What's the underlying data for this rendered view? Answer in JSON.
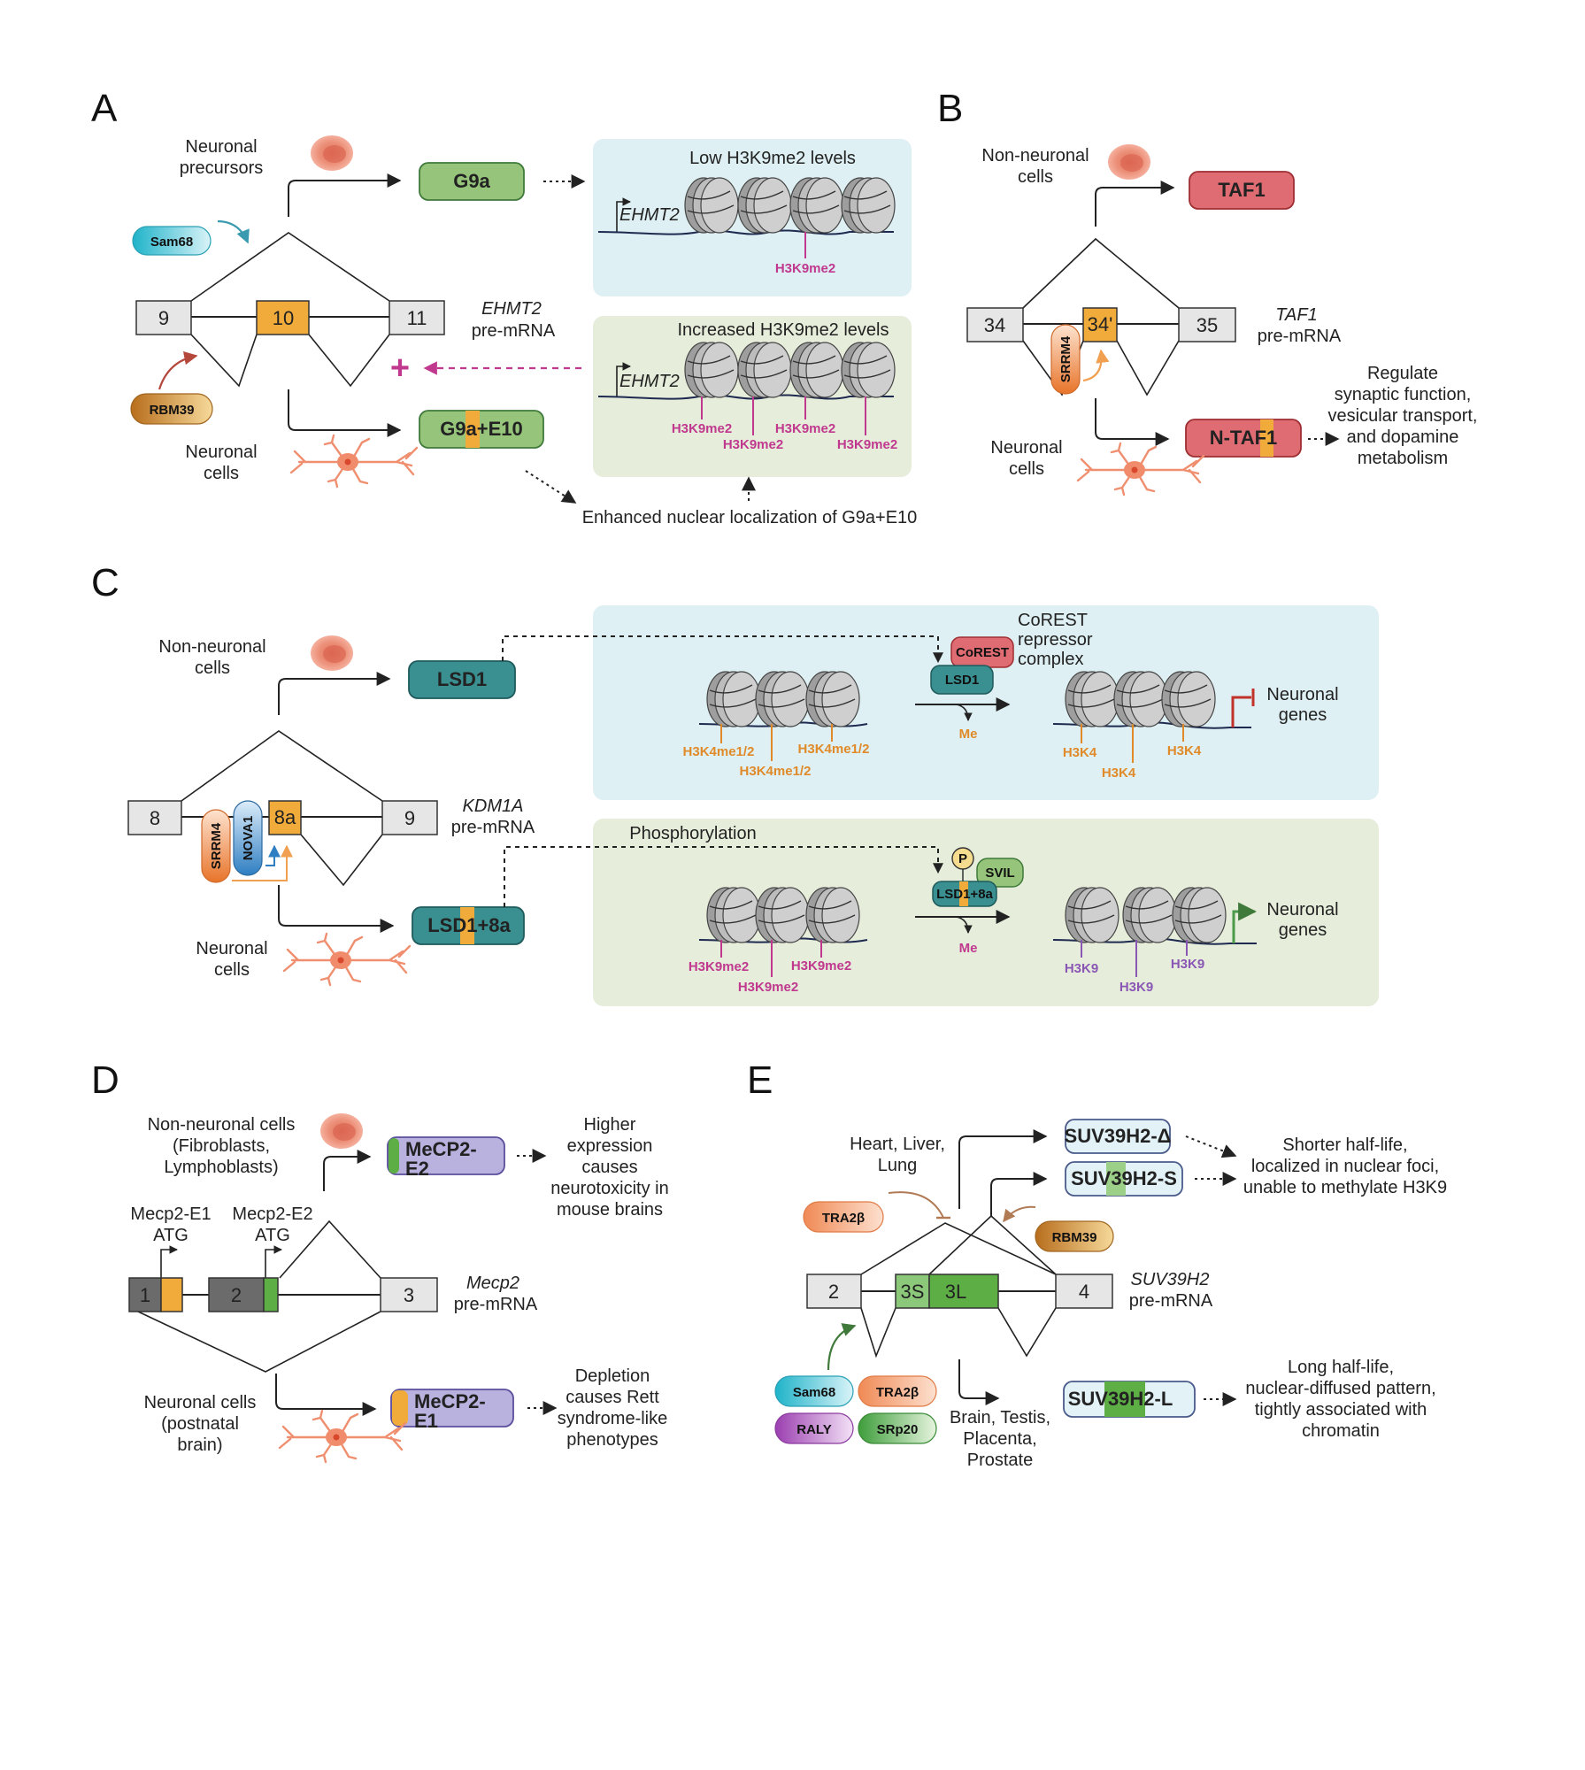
{
  "panels": {
    "A": "A",
    "B": "B",
    "C": "C",
    "D": "D",
    "E": "E"
  },
  "A": {
    "precursors": [
      "Neuronal",
      "precursors"
    ],
    "neuronal": [
      "Neuronal",
      "cells"
    ],
    "sam68": "Sam68",
    "rbm39": "RBM39",
    "exons": [
      "9",
      "10",
      "11"
    ],
    "gene": "EHMT2",
    "premrna": "pre-mRNA",
    "g9a": "G9a",
    "g9a_e10": "G9a+E10",
    "low_title": "Low H3K9me2 levels",
    "inc_title": "Increased H3K9me2 levels",
    "promoter": "EHMT2",
    "mark": "H3K9me2",
    "plus": "+",
    "nuclear": "Enhanced nuclear localization of G9a+E10"
  },
  "B": {
    "nonneuronal": [
      "Non-neuronal",
      "cells"
    ],
    "neuronal": [
      "Neuronal",
      "cells"
    ],
    "exons": [
      "34",
      "34'",
      "35"
    ],
    "gene": "TAF1",
    "premrna": "pre-mRNA",
    "srrm4": "SRRM4",
    "taf1": "TAF1",
    "ntaf1": "N-TAF1",
    "func": [
      "Regulate",
      "synaptic function,",
      "vesicular transport,",
      "and dopamine",
      "metabolism"
    ]
  },
  "C": {
    "nonneuronal": [
      "Non-neuronal",
      "cells"
    ],
    "neuronal": [
      "Neuronal",
      "cells"
    ],
    "exons": [
      "8",
      "8a",
      "9"
    ],
    "gene": "KDM1A",
    "premrna": "pre-mRNA",
    "srrm4": "SRRM4",
    "nova1": "NOVA1",
    "lsd1": "LSD1",
    "lsd1_8a": "LSD1+8a",
    "corest": "CoREST",
    "corest_lbl": [
      "CoREST",
      "repressor",
      "complex"
    ],
    "h3k4me": "H3K4me1/2",
    "h3k4": "H3K4",
    "h3k9me2": "H3K9me2",
    "h3k9": "H3K9",
    "me": "Me",
    "neuronal_genes": [
      "Neuronal",
      "genes"
    ],
    "phosphorylation": "Phosphorylation",
    "p": "P",
    "svil": "SVIL"
  },
  "D": {
    "nonneuronal": [
      "Non-neuronal cells",
      "(Fibroblasts,",
      "Lymphoblasts)"
    ],
    "neuronal": [
      "Neuronal cells",
      "(postnatal",
      "brain)"
    ],
    "e1_atg": [
      "Mecp2-E1",
      "ATG"
    ],
    "e2_atg": [
      "Mecp2-E2",
      "ATG"
    ],
    "exons": [
      "1",
      "2",
      "3"
    ],
    "gene": "Mecp2",
    "premrna": "pre-mRNA",
    "e2": [
      "MeCP2-",
      "E2"
    ],
    "e1": [
      "MeCP2-",
      "E1"
    ],
    "higher": [
      "Higher",
      "expression",
      "causes",
      "neurotoxicity in",
      "mouse brains"
    ],
    "depletion": [
      "Depletion",
      "causes Rett",
      "syndrome-like",
      "phenotypes"
    ]
  },
  "E": {
    "hll": [
      "Heart, Liver,",
      "Lung"
    ],
    "tra2b": "TRA2β",
    "rbm39": "RBM39",
    "sam68": "Sam68",
    "raly": "RALY",
    "srp20": "SRp20",
    "exons": [
      "2",
      "3S",
      "3L",
      "4"
    ],
    "gene": "SUV39H2",
    "premrna": "pre-mRNA",
    "delta": "SUV39H2-Δ",
    "s": "SUV39H2-S",
    "l": "SUV39H2-L",
    "brain": [
      "Brain, Testis,",
      "Placenta,",
      "Prostate"
    ],
    "shorter": [
      "Shorter half-life,",
      "localized in nuclear foci,",
      "unable to methylate H3K9"
    ],
    "longer": [
      "Long half-life,",
      "nuclear-diffused pattern,",
      "tightly associated with",
      "chromatin"
    ]
  },
  "colors": {
    "green": "#95c47a",
    "orange": "#f0ab3a",
    "teal": "#3a8f90",
    "red": "#e06c73",
    "lavender": "#b9b1de",
    "blue_bg": "#def0f3",
    "green_bg": "#e6eedb",
    "magenta": "#c0398f",
    "purple": "#8a57b5",
    "h3k4": "#e08a2a"
  }
}
